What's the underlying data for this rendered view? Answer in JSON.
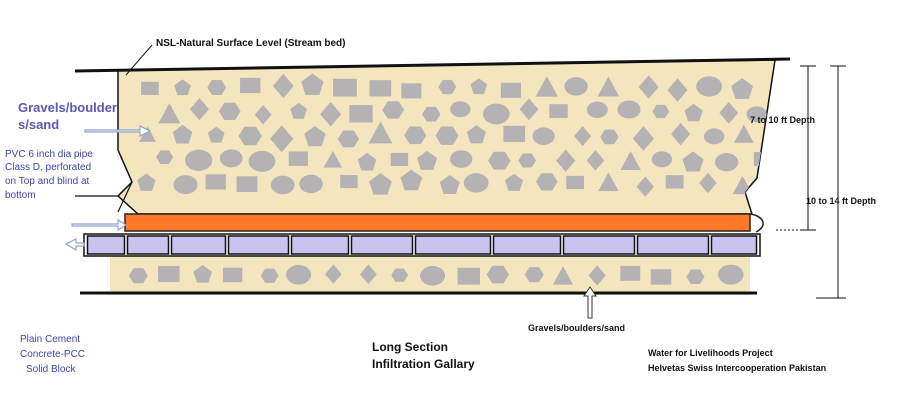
{
  "labels": {
    "nsl": "NSL-Natural Surface Level (Stream bed)",
    "gravels_line1": "Gravels/boulder",
    "gravels_line2": "s/sand",
    "pvc_line1": "PVC 6 inch dia pipe",
    "pvc_line2": "Class D, perforated",
    "pvc_line3": "on Top and blind at",
    "pvc_line4": "bottom",
    "pcc_line1": "Plain Cement",
    "pcc_line2": "Concrete-PCC",
    "pcc_line3": "Solid Block",
    "depth1": "7 to 10 ft  Depth",
    "depth2": "10 to 14 ft Depth",
    "gravels_bottom": "Gravels/boulders/sand",
    "title_line1": "Long Section",
    "title_line2": "Infiltration Gallary",
    "credit_line1": "Water for Livelihoods Project",
    "credit_line2": "Helvetas Swiss Intercooperation Pakistan"
  },
  "colors": {
    "soil": "#f3e6bf",
    "stone": "#b4b2b2",
    "pipe": "#ff7a26",
    "block": "#c9c2ec",
    "line": "#111111",
    "label_blue": "#5a5ab0"
  },
  "elements": [
    "gravel-layer-upper",
    "perforated-pipe",
    "pcc-block-row",
    "gravel-layer-lower",
    "depth-dimension-lines"
  ]
}
